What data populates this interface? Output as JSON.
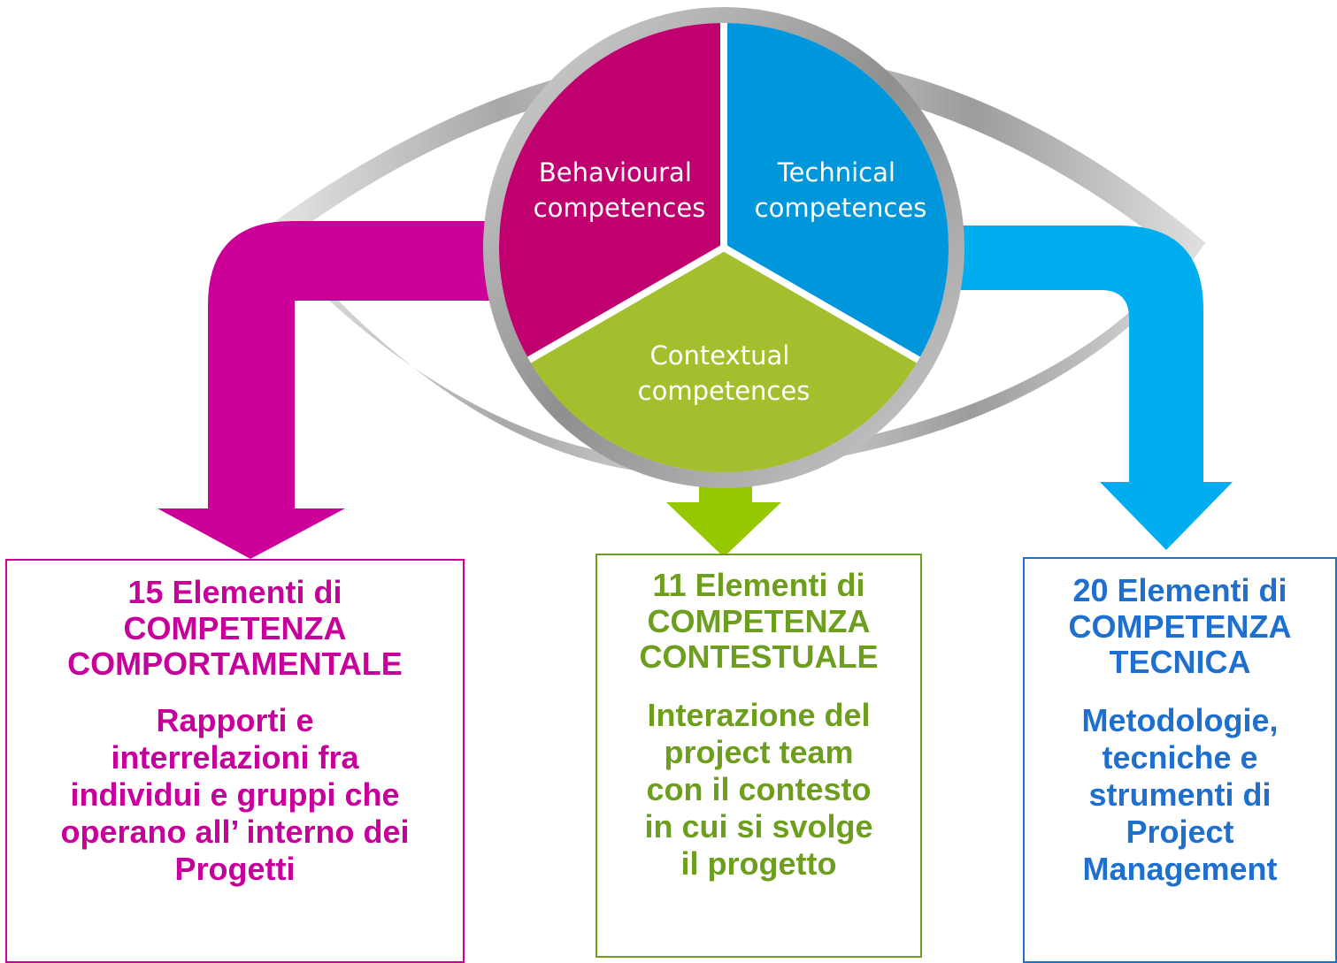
{
  "diagram": {
    "segments": [
      {
        "id": "behavioural",
        "lines": [
          "Behavioural",
          "competences"
        ],
        "color": "#c1006f"
      },
      {
        "id": "technical",
        "lines": [
          "Technical",
          "competences"
        ],
        "color": "#0096dc"
      },
      {
        "id": "contextual",
        "lines": [
          "Contextual",
          "competences"
        ],
        "color": "#a4bf2e"
      }
    ],
    "arrows": {
      "left": "#cc0099",
      "middle": "#96c800",
      "right": "#00aeef"
    }
  },
  "boxes": {
    "behavioural": {
      "title": "15 Elementi di\nCOMPETENZA\nCOMPORTAMENTALE",
      "description": "Rapporti e\ninterrelazioni fra\nindividui e gruppi che\noperano all’ interno dei\nProgetti"
    },
    "contextual": {
      "title": "11 Elementi di\nCOMPETENZA\nCONTESTUALE",
      "description": "Interazione del\nproject team\ncon il contesto\nin cui si svolge\nil progetto"
    },
    "technical": {
      "title": "20 Elementi di\nCOMPETENZA\nTECNICA",
      "description": "Metodologie,\ntecniche e\nstrumenti di\nProject\nManagement"
    }
  }
}
